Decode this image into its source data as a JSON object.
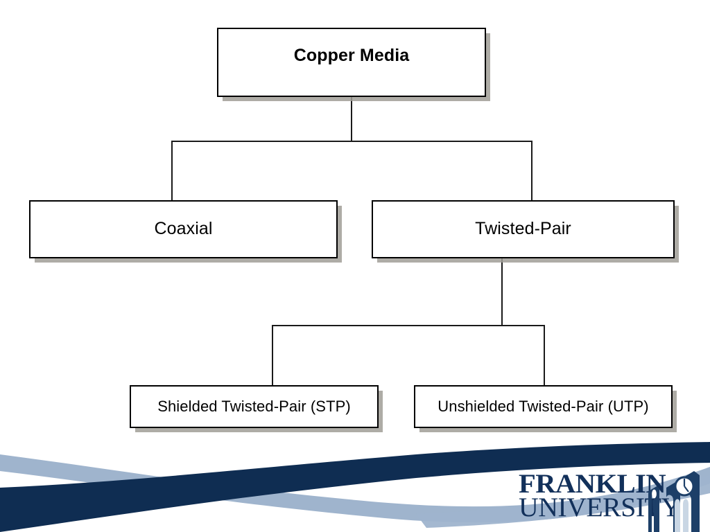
{
  "slide": {
    "background_color": "#ffffff",
    "diagram": {
      "title": "Copper Media hierarchy",
      "nodes": [
        {
          "id": "root",
          "label": "Copper Media",
          "bold": true,
          "level": 0
        },
        {
          "id": "coaxial",
          "label": "Coaxial",
          "bold": false,
          "level": 1
        },
        {
          "id": "twisted",
          "label": "Twisted-Pair",
          "bold": false,
          "level": 1
        },
        {
          "id": "stp",
          "label": "Shielded Twisted-Pair (STP)",
          "bold": false,
          "level": 2
        },
        {
          "id": "utp",
          "label": "Unshielded Twisted-Pair (UTP)",
          "bold": false,
          "level": 2
        }
      ],
      "edges": [
        {
          "from": "root",
          "to": "coaxial"
        },
        {
          "from": "root",
          "to": "twisted"
        },
        {
          "from": "twisted",
          "to": "stp"
        },
        {
          "from": "twisted",
          "to": "utp"
        }
      ],
      "box_border_color": "#000000",
      "box_fill_color": "#ffffff",
      "box_shadow_color": "#a09e96",
      "connector_color": "#1a1a1a",
      "text_color": "#000000"
    },
    "footer": {
      "logo": {
        "line1": "FRANKLIN",
        "line2": "UNIVERSITY",
        "color": "#12305a",
        "mark": "bell-tower-clock"
      },
      "waves": {
        "dark_color": "#0f2d52",
        "light_color": "#9fb4cd"
      }
    }
  }
}
